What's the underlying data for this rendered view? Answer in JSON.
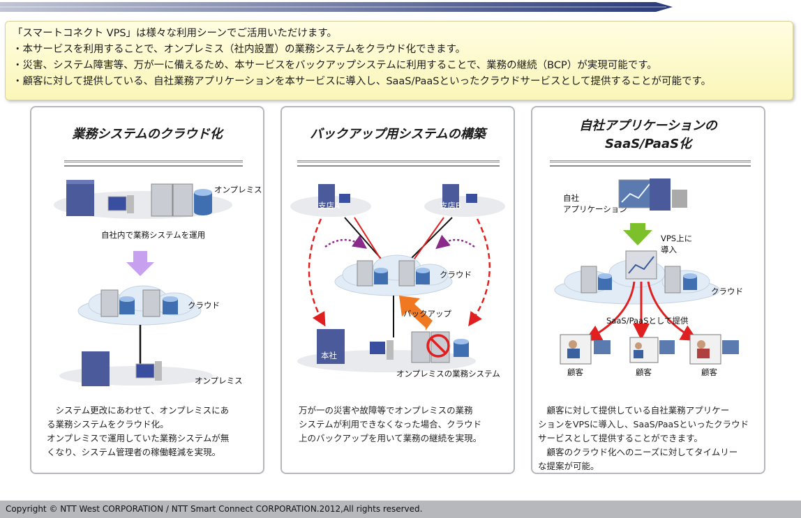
{
  "intro": {
    "heading": "「スマートコネクト VPS」は様々な利用シーンでご活用いただけます。",
    "bullets": [
      "・本サービスを利用することで、オンプレミス（社内設置）の業務システムをクラウド化できます。",
      "・災害、システム障害等、万が一に備えるため、本サービスをバックアップシステムに利用することで、業務の継続（BCP）が実現可能です。",
      "・顧客に対して提供している、自社業務アプリケーションを本サービスに導入し、SaaS/PaaSといったクラウドサービスとして提供することが可能です。"
    ]
  },
  "panels": [
    {
      "title": "業務システムのクラウド化",
      "labels": {
        "onprem_top": "オンプレミス",
        "operation": "自社内で業務システムを運用",
        "cloud": "クラウド",
        "onprem_bottom": "オンプレミス"
      },
      "description": "　システム更改にあわせて、オンプレミスにあ\nる業務システムをクラウド化。\nオンプレミスで運用していた業務システムが無\nくなり、システム管理者の稼働軽減を実現。"
    },
    {
      "title": "バックアップ用システムの構築",
      "labels": {
        "branch_a": "支店A",
        "branch_b": "支店B",
        "cloud": "クラウド",
        "backup": "バックアップ",
        "hq": "本社",
        "onprem_system": "オンプレミスの業務システム"
      },
      "description": "万が一の災害や故障等でオンプレミスの業務\nシステムが利用できなくなった場合、クラウド\n上のバックアップを用いて業務の継続を実現。"
    },
    {
      "title_line1": "自社アプリケーションの",
      "title_line2": "SaaS/PaaS化",
      "labels": {
        "app_line1": "自社",
        "app_line2": "アプリケーション",
        "vps_line1": "VPS上に",
        "vps_line2": "導入",
        "cloud": "クラウド",
        "saas": "SaaS/PaaSとして提供",
        "customer": "顧客"
      },
      "description": "　顧客に対して提供している自社業務アプリケー\nションをVPSに導入し、SaaS/PaaSといったクラウド\nサービスとして提供することができます。\n　顧客のクラウド化へのニーズに対してタイムリー\nな提案が可能。"
    }
  ],
  "footer": "Copyright © NTT West CORPORATION / NTT Smart Connect CORPORATION.2012,All rights reserved.",
  "icons": [
    "building-icon",
    "server-icon",
    "database-icon",
    "pc-icon",
    "cloud-icon",
    "prohibited-icon",
    "app-monitor-icon",
    "customer-icon"
  ],
  "colors": {
    "accent_navy": "#2a3a7a",
    "summary_bg": "#fcf8c4",
    "panel_border": "#b4b8bd",
    "arrow_red": "#e02020",
    "arrow_orange": "#f07820",
    "arrow_purple": "#c8a0f0",
    "arrow_green": "#7cc02a"
  }
}
